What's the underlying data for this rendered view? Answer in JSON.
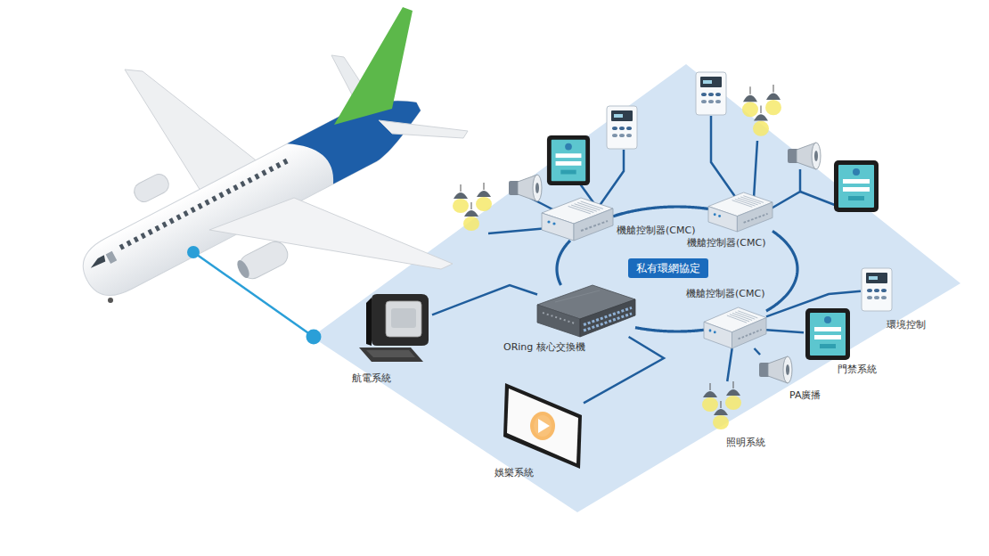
{
  "diagram": {
    "nodes": [
      {
        "text": [
          "私有環網協定"
        ]
      },
      {
        "text": [
          "機艙控制器(CMC)"
        ]
      },
      {
        "text": [
          "機艙控制器(CMC)"
        ]
      },
      {
        "text": [
          "機艙控制器(CMC)"
        ]
      },
      {
        "text": [
          "ORing 核心交換機"
        ]
      },
      {
        "text": [
          "航電系統"
        ]
      },
      {
        "text": [
          "娛樂系統"
        ]
      },
      {
        "text": [
          "環境控制"
        ]
      },
      {
        "text": [
          "門禁系統"
        ]
      },
      {
        "text": [
          "PA廣播"
        ]
      },
      {
        "text": [
          "照明系統"
        ]
      }
    ],
    "edges": [
      {
        "from": 1,
        "to": 2,
        "arrow": "none"
      },
      {
        "from": 2,
        "to": 3,
        "arrow": "none"
      },
      {
        "from": 3,
        "to": 4,
        "arrow": "none"
      },
      {
        "from": 4,
        "to": 1,
        "arrow": "none"
      },
      {
        "from": 4,
        "to": 5,
        "arrow": "none"
      },
      {
        "from": 4,
        "to": 6,
        "arrow": "none"
      },
      {
        "from": 3,
        "to": 7,
        "arrow": "none"
      },
      {
        "from": 3,
        "to": 8,
        "arrow": "none"
      },
      {
        "from": 3,
        "to": 9,
        "arrow": "none"
      },
      {
        "from": 3,
        "to": 10,
        "arrow": "none"
      }
    ]
  }
}
